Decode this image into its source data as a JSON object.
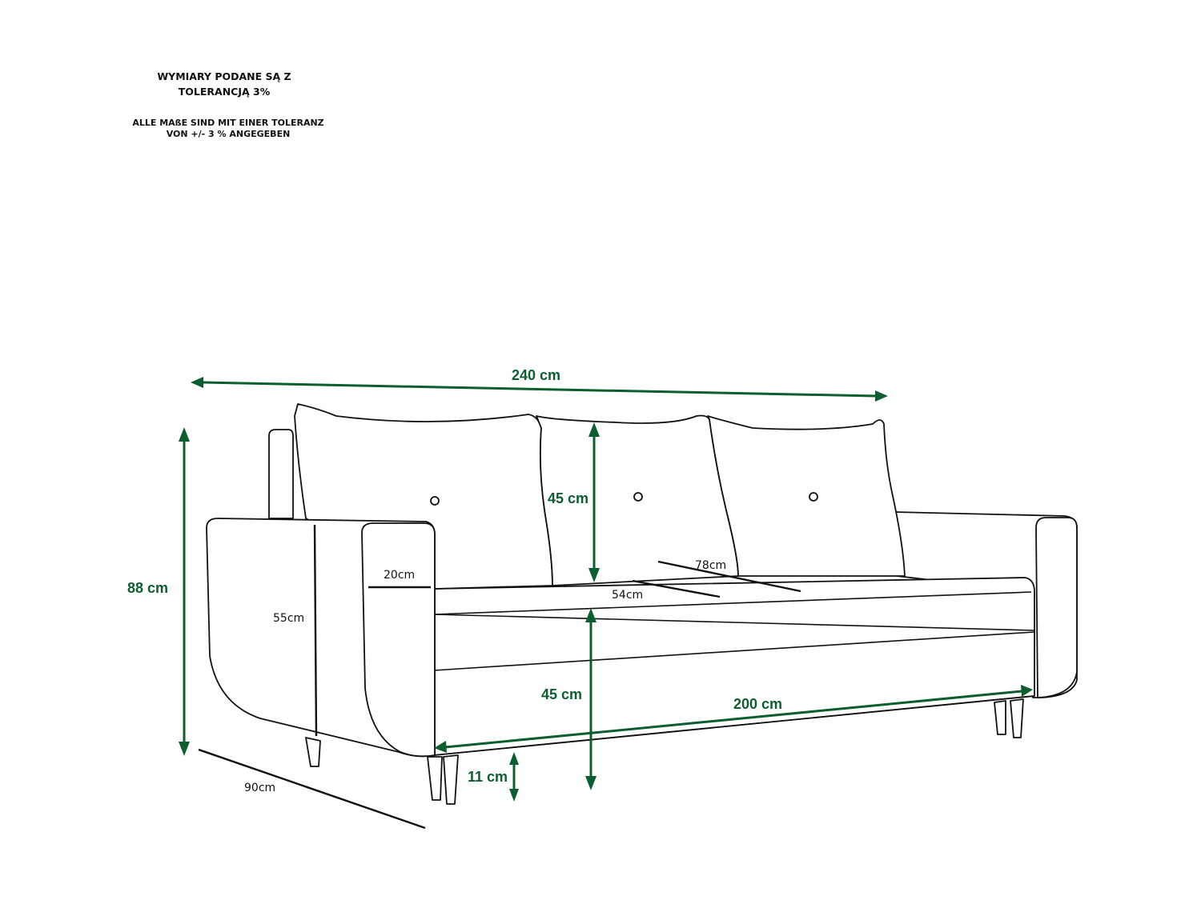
{
  "notes": {
    "polish_line1": "WYMIARY PODANE SĄ Z",
    "polish_line2": "TOLERANCJĄ 3%",
    "german_line1": "ALLE MAßE SIND MIT EINER TOLERANZ",
    "german_line2": "VON +/- 3 % ANGEGEBEN"
  },
  "dimensions": {
    "total_width": "240 cm",
    "total_height": "88 cm",
    "depth": "90cm",
    "cushion_height": "45 cm",
    "seat_height": "45 cm",
    "seat_width": "200 cm",
    "leg_height": "11 cm",
    "armrest_height": "55cm",
    "armrest_width": "20cm",
    "seat_depth": "54cm",
    "sleeping_depth": "78cm"
  },
  "colors": {
    "dimension_green": "#0b5e2e",
    "outline": "#111111",
    "background": "#ffffff"
  }
}
